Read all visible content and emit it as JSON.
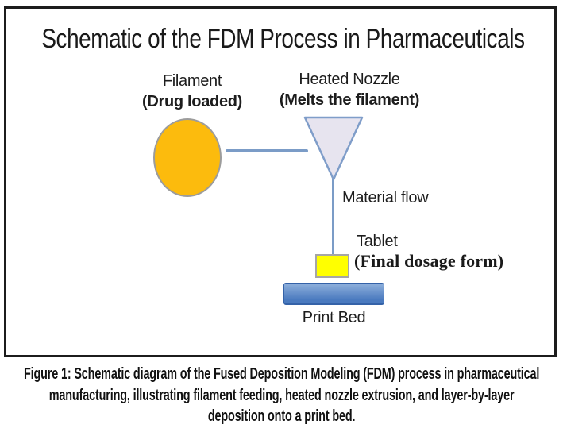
{
  "title": "Schematic of the FDM Process in Pharmaceuticals",
  "labels": {
    "filament": "Filament",
    "filament_sub": "(Drug loaded)",
    "nozzle": "Heated Nozzle",
    "nozzle_sub": "(Melts the filament)",
    "material_flow": "Material flow",
    "tablet": "Tablet",
    "tablet_sub": "(Final dosage form)",
    "print_bed": "Print Bed"
  },
  "caption": {
    "line1": "Figure 1: Schematic diagram of the Fused Deposition Modeling (FDM) process in pharmaceutical",
    "line2": "manufacturing, illustrating filament feeding, heated nozzle extrusion, and layer-by-layer",
    "line3": "deposition onto a print bed."
  },
  "colors": {
    "filament_fill": "#FCBB0D",
    "filament_border": "#9C9C9C",
    "nozzle_fill": "#E7E4EF",
    "nozzle_border": "#7F9DC9",
    "line": "#7B9CC7",
    "tablet_fill": "#FFFF00",
    "tablet_border": "#A6A6A6",
    "bed_top": "#8FB0DC",
    "bed_bottom": "#4A7ABF",
    "bed_border": "#3462A8"
  }
}
